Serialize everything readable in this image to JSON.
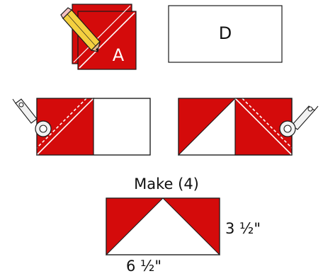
{
  "labels": {
    "square_a": "A",
    "rect_d": "D",
    "make": "Make (4)",
    "height": "3 ½\"",
    "width": "6 ½\""
  },
  "colors": {
    "red": "#D40B0B",
    "outline": "#1A1A1A",
    "white": "#FFFFFF",
    "pencil_yellow": "#F4D03F",
    "pencil_tip": "#E8B88A",
    "cutter_gray": "#F2F2F2"
  },
  "icons": [
    "pencil-icon",
    "rotary-cutter-icon"
  ]
}
